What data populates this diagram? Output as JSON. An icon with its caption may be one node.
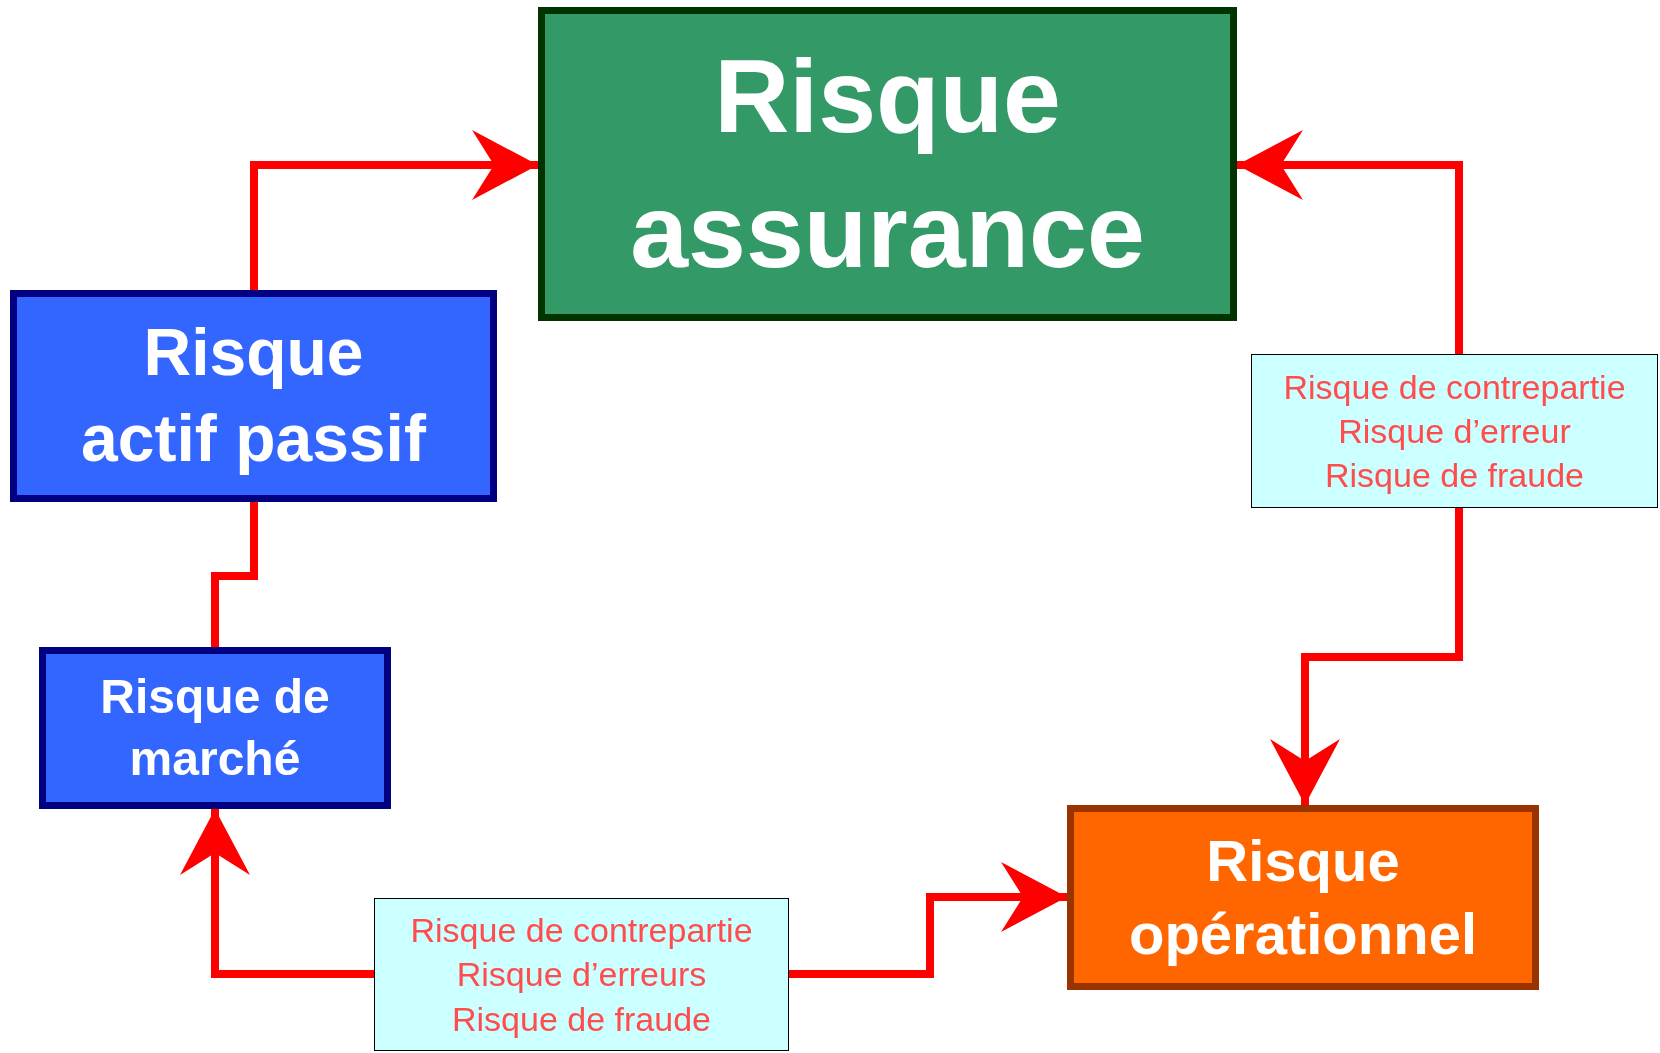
{
  "diagram": {
    "nodes": [
      {
        "text": [
          "Risque assurance"
        ]
      },
      {
        "text": [
          "Risque actif passif"
        ]
      },
      {
        "text": [
          "Risque de marché"
        ]
      },
      {
        "text": [
          "Risque opérationnel"
        ]
      },
      {
        "text": [
          "Risque de contrepartie",
          "Risque d’erreur",
          "Risque de fraude"
        ]
      },
      {
        "text": [
          "Risque de contrepartie",
          "Risque d’erreurs",
          "Risque de fraude"
        ]
      }
    ],
    "edges": [
      {
        "from": 1,
        "to": 0,
        "arrow": "to"
      },
      {
        "from": 2,
        "to": 1,
        "arrow": "none"
      },
      {
        "from": 4,
        "to": 0,
        "arrow": "to"
      },
      {
        "from": 4,
        "to": 3,
        "arrow": "to"
      },
      {
        "from": 5,
        "to": 2,
        "arrow": "to"
      },
      {
        "from": 5,
        "to": 3,
        "arrow": "to"
      }
    ]
  }
}
